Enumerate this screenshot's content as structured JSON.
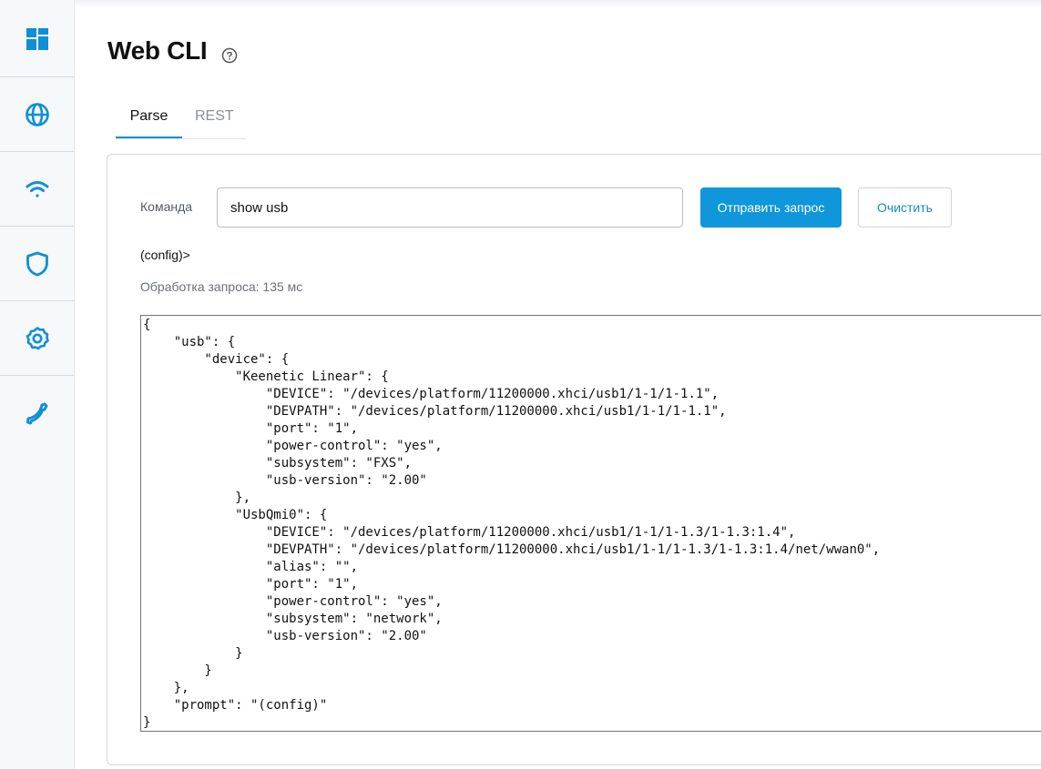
{
  "sidebar": {
    "items": [
      {
        "icon": "dashboard-icon"
      },
      {
        "icon": "globe-icon"
      },
      {
        "icon": "wifi-icon"
      },
      {
        "icon": "shield-icon"
      },
      {
        "icon": "gear-icon"
      },
      {
        "icon": "phone-icon"
      }
    ]
  },
  "header": {
    "title": "Web CLI",
    "help_icon": "help-circle-icon"
  },
  "tabs": [
    {
      "label": "Parse",
      "active": true
    },
    {
      "label": "REST",
      "active": false
    }
  ],
  "form": {
    "command_label": "Команда",
    "command_value": "show usb",
    "send_label": "Отправить запрос",
    "clear_label": "Очистить"
  },
  "result": {
    "prompt": "(config)>",
    "timing": "Обработка запроса: 135 мс",
    "output": "{\n    \"usb\": {\n        \"device\": {\n            \"Keenetic Linear\": {\n                \"DEVICE\": \"/devices/platform/11200000.xhci/usb1/1-1/1-1.1\",\n                \"DEVPATH\": \"/devices/platform/11200000.xhci/usb1/1-1/1-1.1\",\n                \"port\": \"1\",\n                \"power-control\": \"yes\",\n                \"subsystem\": \"FXS\",\n                \"usb-version\": \"2.00\"\n            },\n            \"UsbQmi0\": {\n                \"DEVICE\": \"/devices/platform/11200000.xhci/usb1/1-1/1-1.3/1-1.3:1.4\",\n                \"DEVPATH\": \"/devices/platform/11200000.xhci/usb1/1-1/1-1.3/1-1.3:1.4/net/wwan0\",\n                \"alias\": \"\",\n                \"port\": \"1\",\n                \"power-control\": \"yes\",\n                \"subsystem\": \"network\",\n                \"usb-version\": \"2.00\"\n            }\n        }\n    },\n    \"prompt\": \"(config)\"\n}"
  },
  "colors": {
    "accent": "#0f96db",
    "icon": "#0f8fd6",
    "link": "#1788c8"
  }
}
